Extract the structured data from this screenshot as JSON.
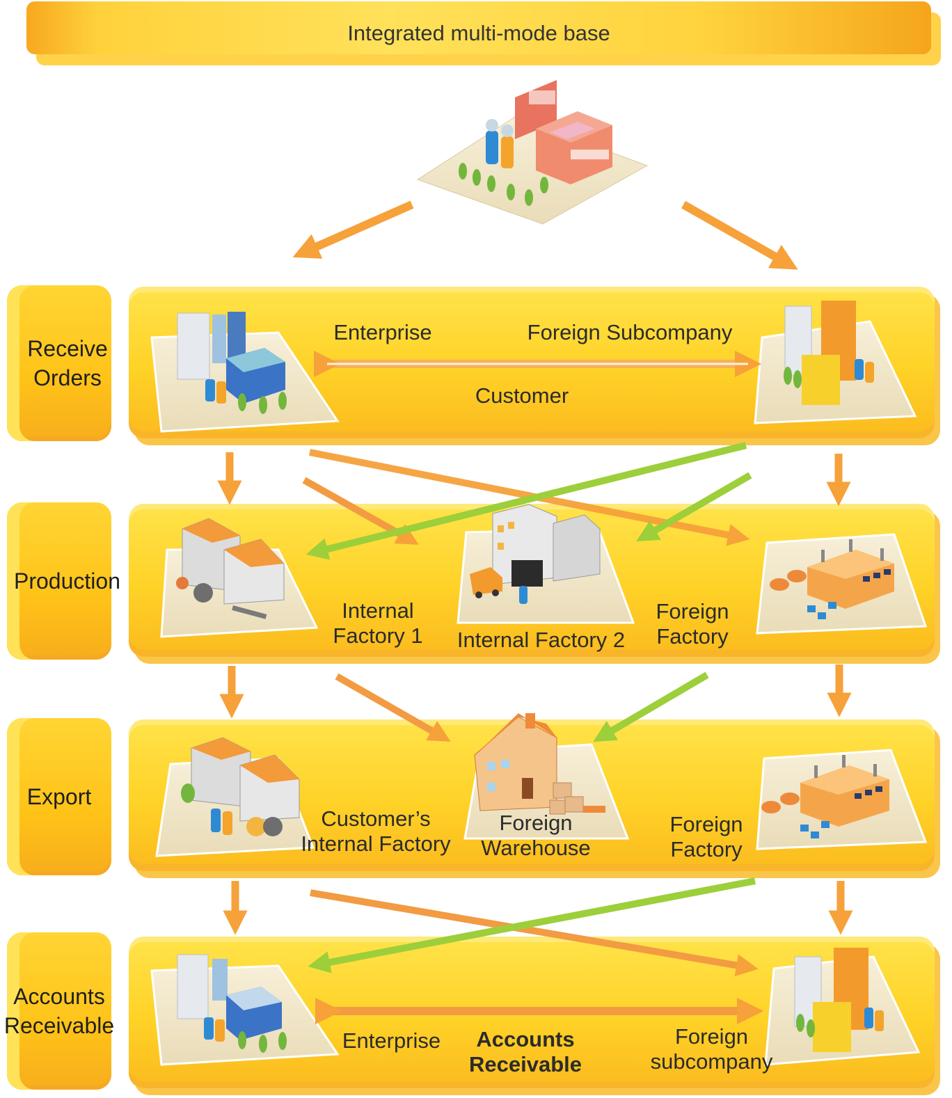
{
  "header": {
    "title": "Integrated multi-mode base"
  },
  "rows": {
    "receive_orders": {
      "tab": "Receive Orders",
      "enterprise": "Enterprise",
      "foreign_subcompany": "Foreign Subcompany",
      "customer": "Customer"
    },
    "production": {
      "tab": "Production",
      "internal_factory_1": "Internal Factory 1",
      "internal_factory_2": "Internal Factory 2",
      "foreign_factory": "Foreign Factory"
    },
    "export": {
      "tab": "Export",
      "customers_internal_factory": "Customer’s Internal Factory",
      "foreign_warehouse": "Foreign Warehouse",
      "foreign_factory": "Foreign Factory"
    },
    "accounts_receivable": {
      "tab": "Accounts Receivable",
      "enterprise": "Enterprise",
      "accounts_receivable": "Accounts Receivable",
      "foreign_subcompany": "Foreign subcompany"
    }
  },
  "colors": {
    "orange_arrow": "#f6a13a",
    "green_arrow": "#9ccf3a",
    "panel_yellow": "#ffd227",
    "tab_yellow": "#ffc318"
  }
}
